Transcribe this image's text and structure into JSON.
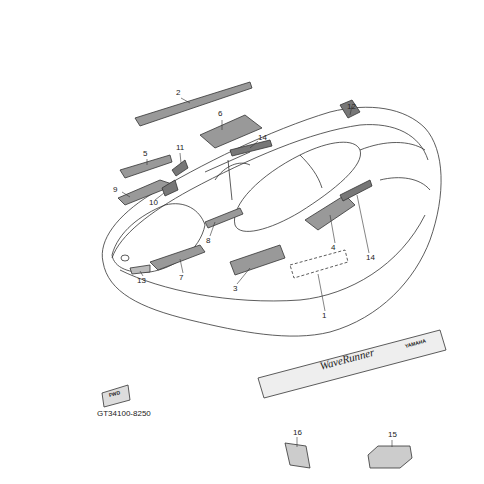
{
  "diagram": {
    "labels": [
      "2",
      "12",
      "6",
      "14",
      "11",
      "5",
      "9",
      "10",
      "8",
      "4",
      "14",
      "13",
      "7",
      "3",
      "1",
      "WaveRunner",
      "YAMAHA",
      "FWD",
      "16",
      "15",
      "GT34100-8250"
    ]
  }
}
